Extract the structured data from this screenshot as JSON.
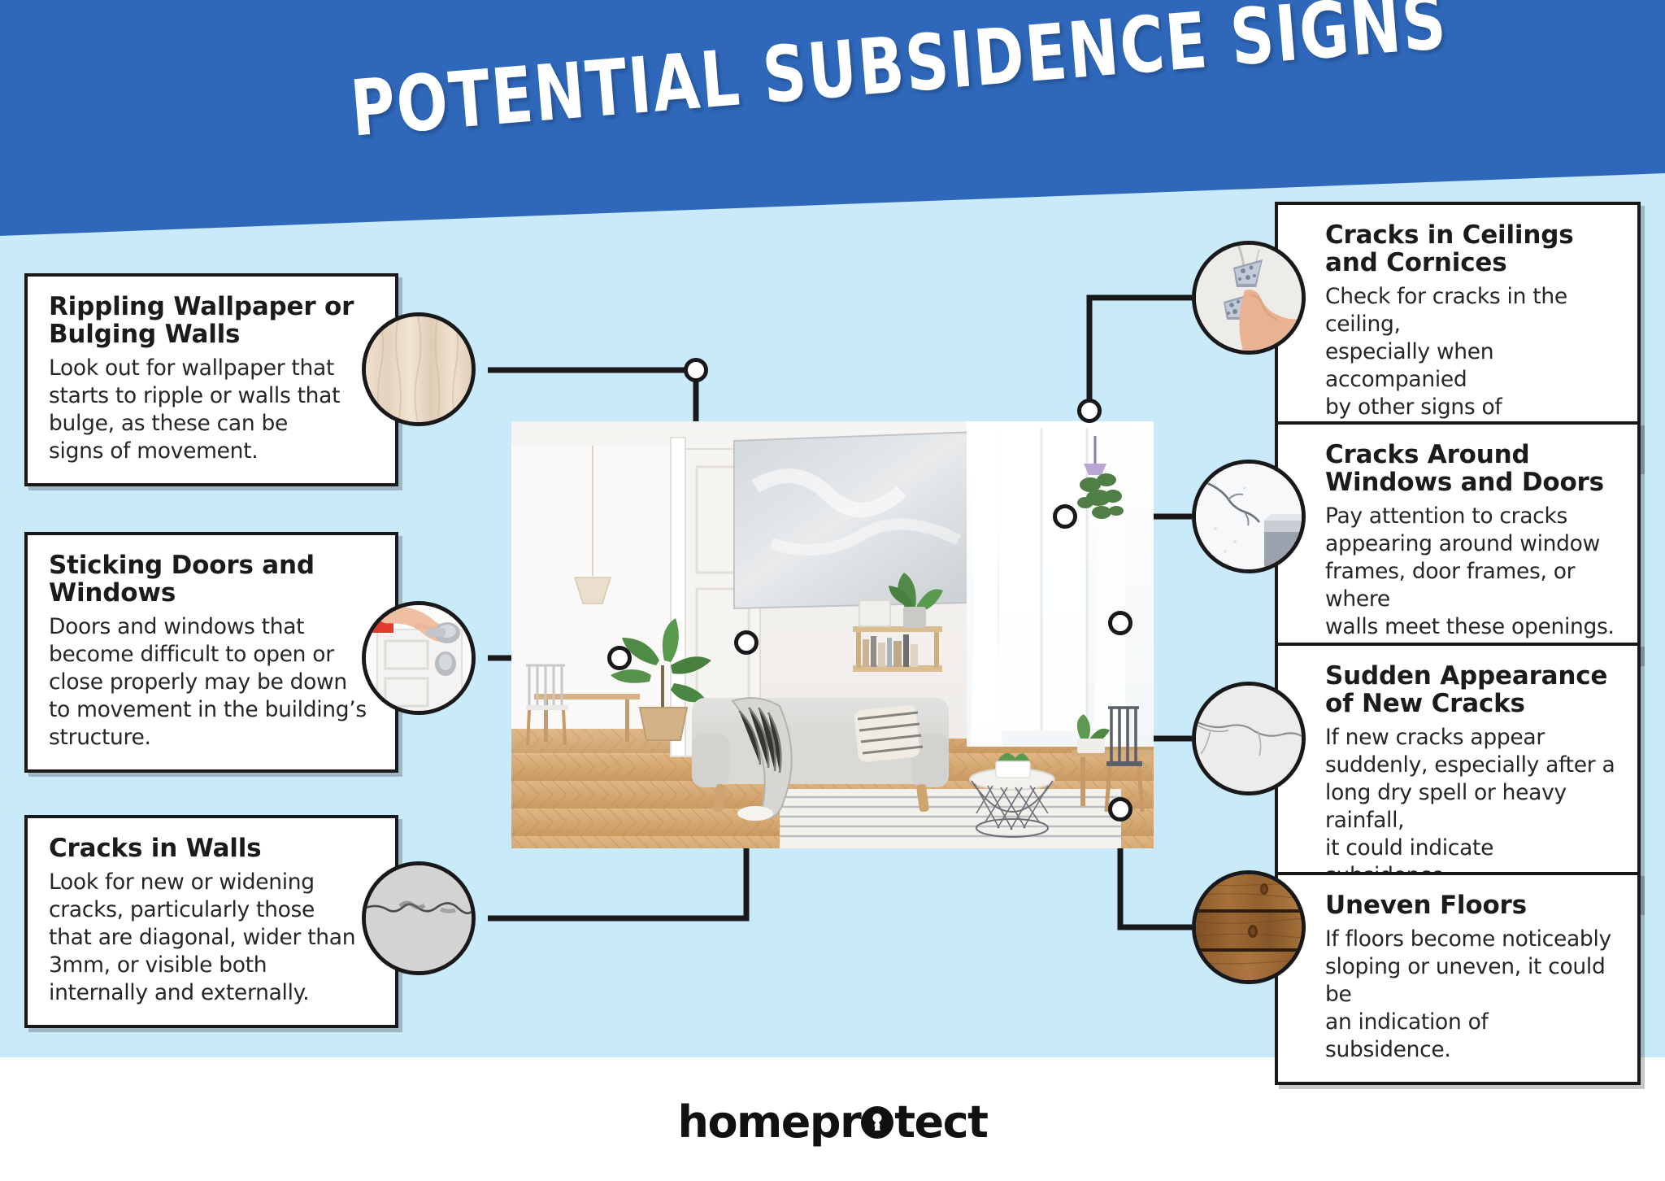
{
  "header": {
    "title": "POTENTIAL SUBSIDENCE SIGNS",
    "bg_color": "#2f68bb",
    "title_color": "#ffffff"
  },
  "theme": {
    "page_bg": "#ffffff",
    "panel_bg": "#c9eaf9",
    "card_bg": "#ffffff",
    "card_border": "#19191b",
    "text_color": "#1b1b1d"
  },
  "hero": {
    "alt": "bright scandinavian living room with grey sofa, abstract painting, plants and herringbone wood floor"
  },
  "left_cards": [
    {
      "id": "rippling",
      "title": "Rippling Wallpaper or\nBulging Walls",
      "body": "Look out for wallpaper that\nstarts to ripple or walls that\nbulge, as these can be\nsigns of movement.",
      "thumb_icon": "rippled-wallpaper-icon"
    },
    {
      "id": "sticking",
      "title": "Sticking Doors and\nWindows",
      "body": "Doors and windows that\nbecome difficult to open or\nclose properly may be down\nto movement in the building’s\nstructure.",
      "thumb_icon": "door-handle-icon"
    },
    {
      "id": "cracks-walls",
      "title": "Cracks in Walls",
      "body": "Look for new or widening\ncracks, particularly those\nthat are diagonal, wider than\n3mm, or visible both\ninternally and externally.",
      "thumb_icon": "cracked-wall-icon"
    }
  ],
  "right_cards": [
    {
      "id": "ceilings",
      "title": "Cracks in Ceilings\nand Cornices",
      "body": "Check for cracks in the ceiling,\nespecially when accompanied\nby other signs of subsidence.",
      "thumb_icon": "ceiling-repair-icon"
    },
    {
      "id": "windows",
      "title": "Cracks Around\nWindows and Doors",
      "body": "Pay attention to cracks\nappearing around window\nframes, door frames, or where\nwalls meet these openings.",
      "thumb_icon": "window-corner-crack-icon"
    },
    {
      "id": "new-cracks",
      "title": "Sudden Appearance\nof New Cracks",
      "body": " If new cracks appear\nsuddenly, especially after a\nlong dry spell or heavy rainfall,\nit could indicate subsidence.",
      "thumb_icon": "new-crack-icon"
    },
    {
      "id": "floors",
      "title": "Uneven Floors",
      "body": "If floors become noticeably\nsloping or uneven, it could be\nan indication of subsidence.",
      "thumb_icon": "wooden-floor-icon"
    }
  ],
  "footer": {
    "logo_part1": "homepr",
    "logo_part2": "tect",
    "logo_full": "homeprotect"
  }
}
